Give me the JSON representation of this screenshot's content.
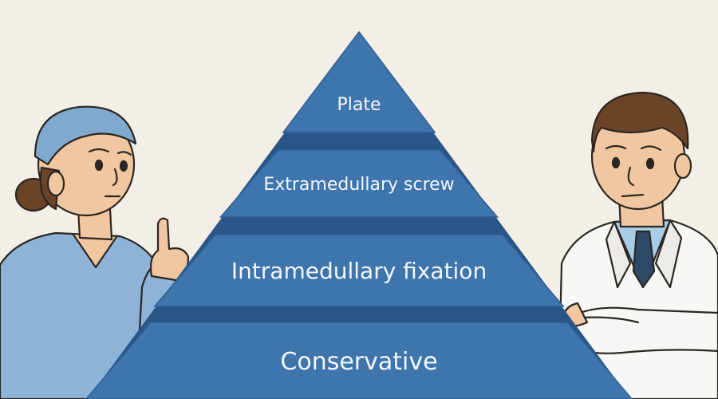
{
  "diagram": {
    "type": "pyramid",
    "tiers": [
      {
        "label": "Plate"
      },
      {
        "label": "Extramedullary screw"
      },
      {
        "label": "Intramedullary fixation"
      },
      {
        "label": "Conservative"
      }
    ]
  },
  "figures": [
    {
      "role": "surgeon",
      "attire": "blue scrubs and scrub cap",
      "gesture": "index finger raised"
    },
    {
      "role": "doctor",
      "attire": "white coat and tie",
      "gesture": "arms crossed"
    }
  ],
  "colors": {
    "background": "#f4efe6",
    "tier_fill": "#3f75ad",
    "tier_shadow": "#2a5687",
    "scrubs": "#8db4d6",
    "coat": "#f7f7f5",
    "skin": "#f1c7a1",
    "hair": "#6b4428"
  }
}
